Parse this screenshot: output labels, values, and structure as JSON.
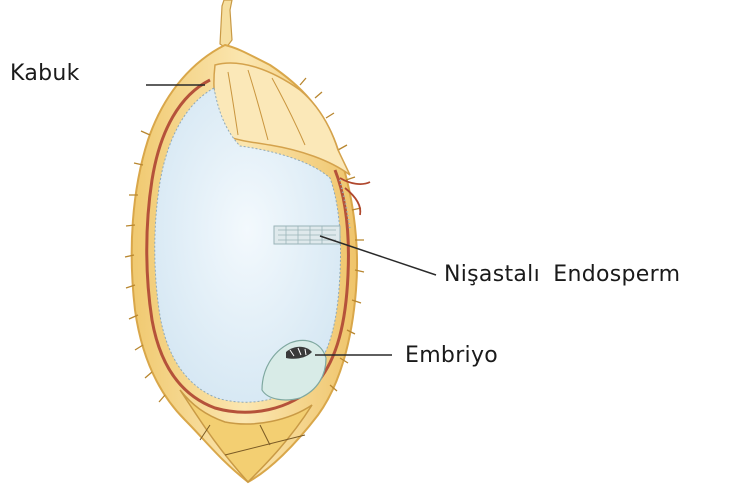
{
  "labels": {
    "husk": "Kabuk",
    "endosperm": "Nişastalı  Endosperm",
    "embryo": "Embriyo"
  },
  "colors": {
    "husk_fill": "#f6d98e",
    "husk_edge": "#d9a74a",
    "seed_coat": "#b5523a",
    "endosperm_fill": "#e6f1f8",
    "leader_line": "#2a2a2a",
    "label_text": "#1a1a1a"
  }
}
